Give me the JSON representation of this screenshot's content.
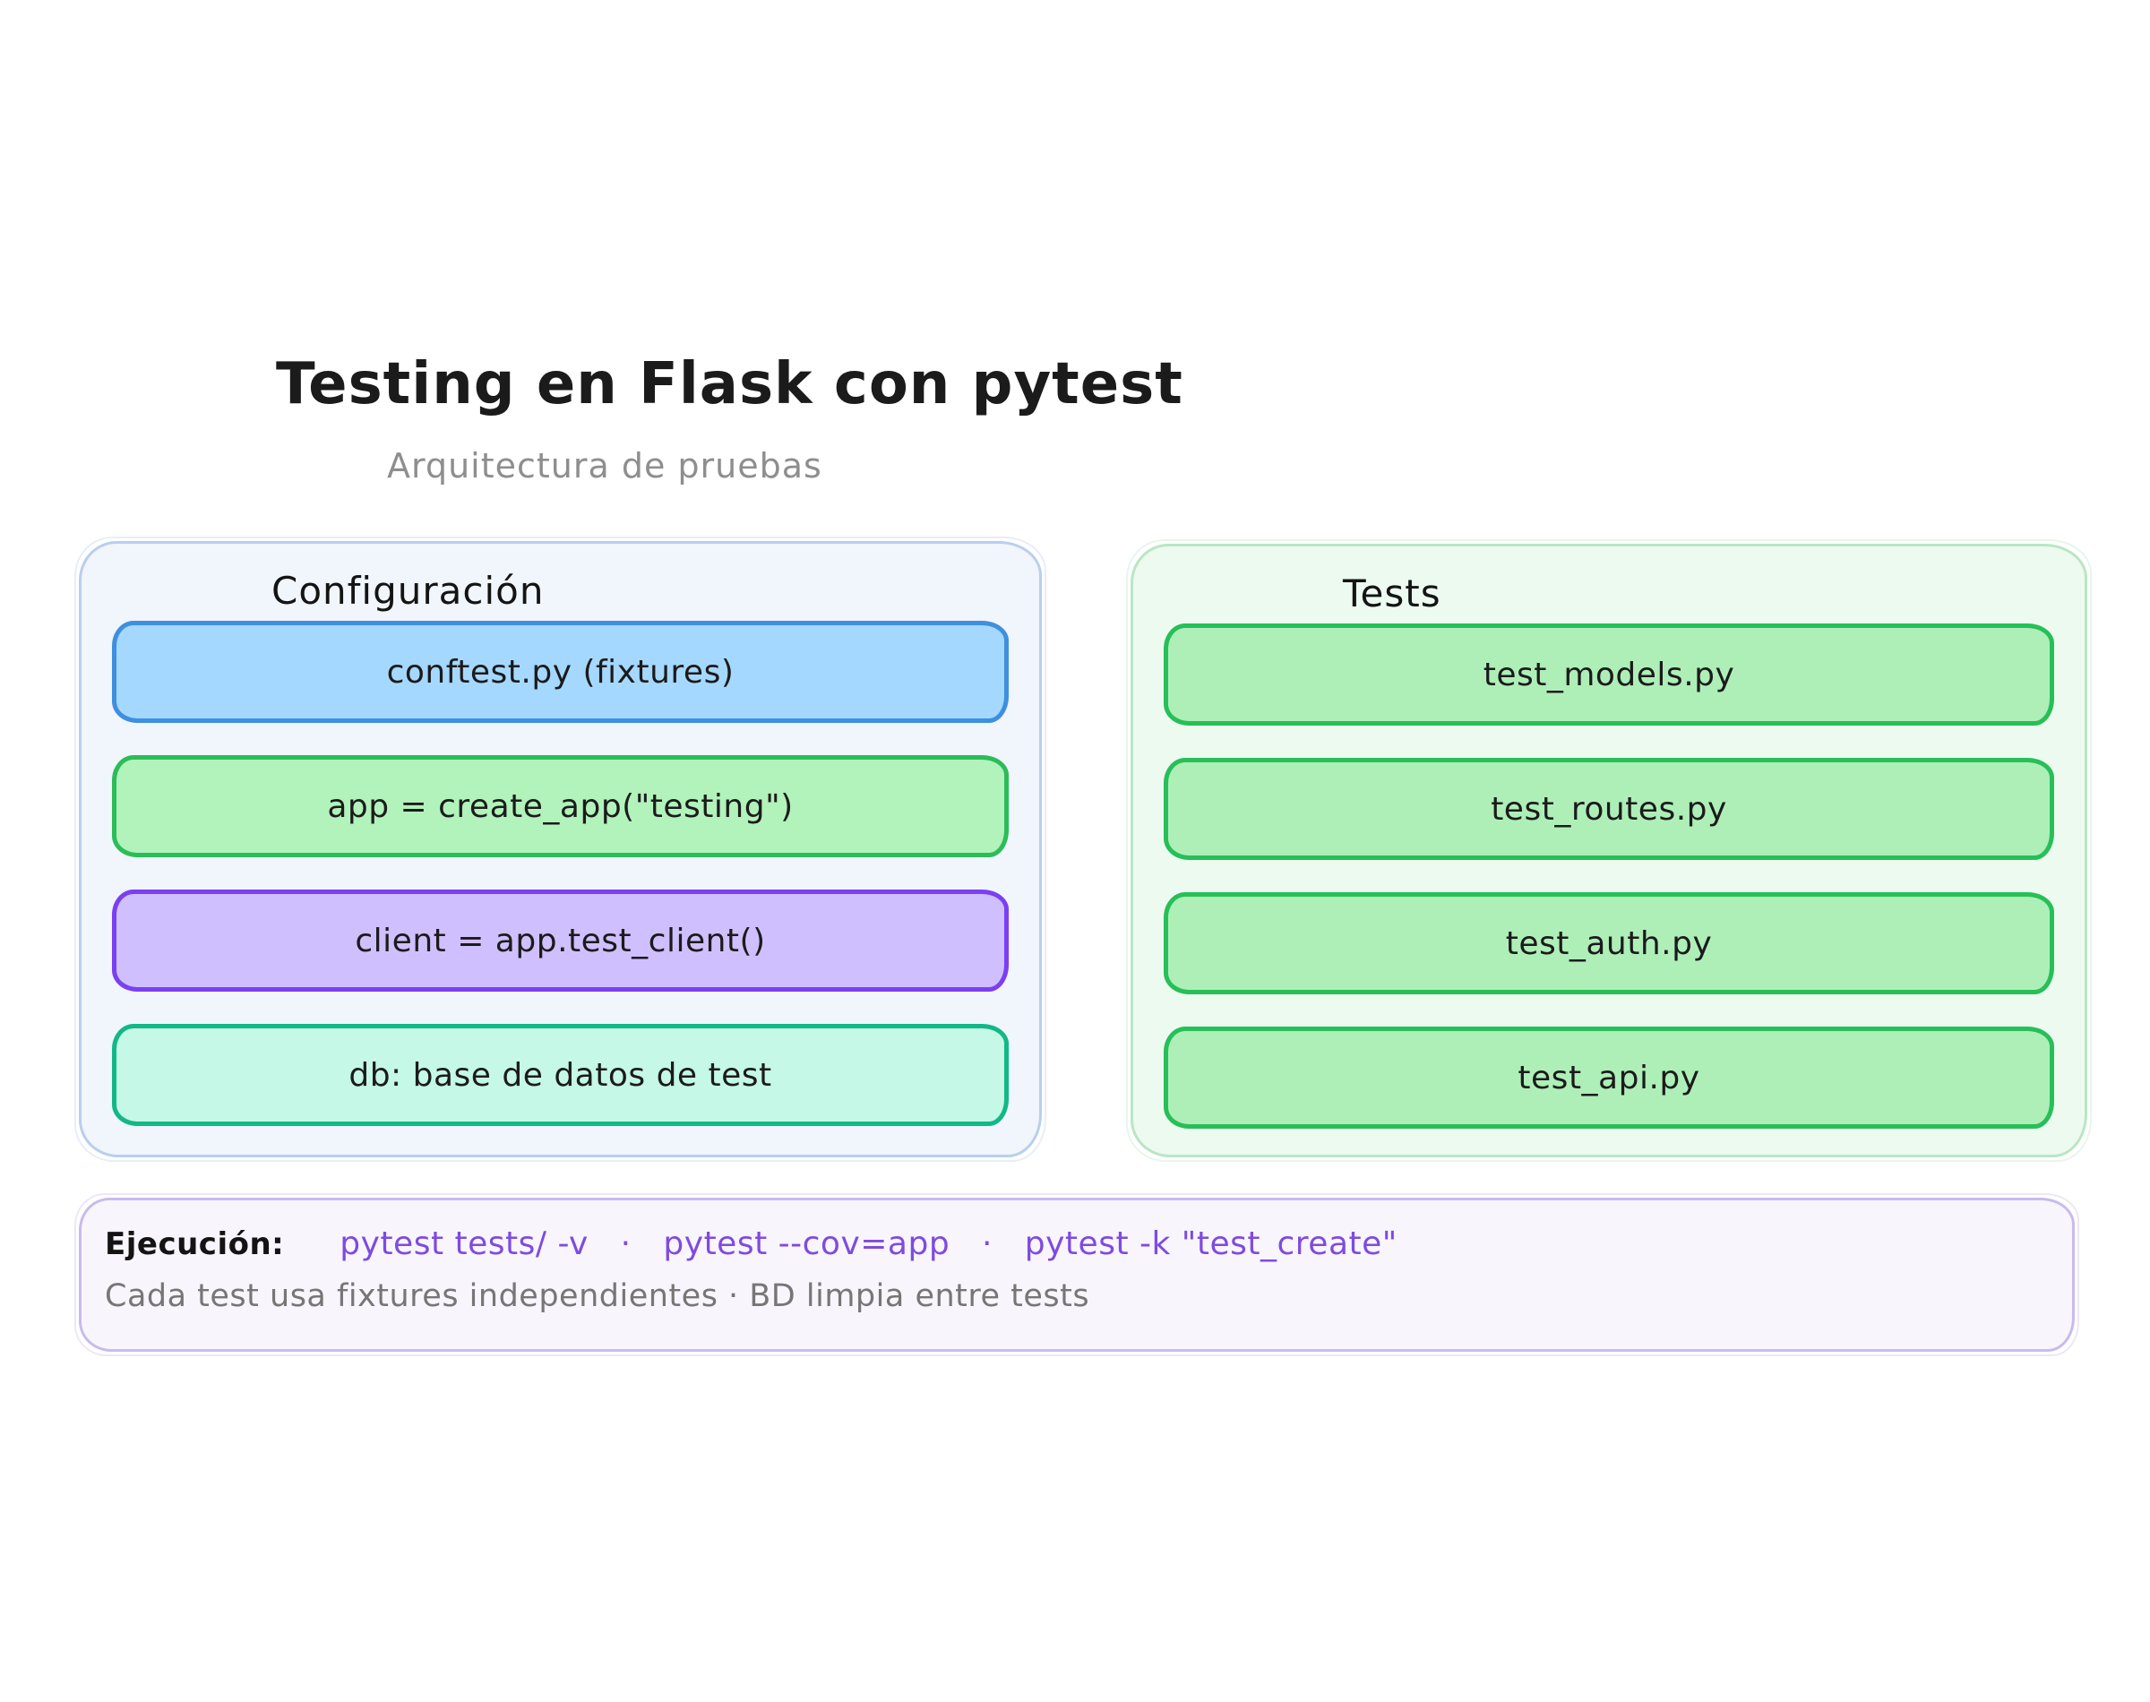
{
  "page": {
    "title": "Testing en Flask con pytest",
    "subtitle": "Arquitectura de pruebas"
  },
  "colors": {
    "title": "#1b1b1b",
    "subtitle": "#8e8e8e"
  },
  "panels": {
    "config": {
      "title": "Configuración",
      "fill": "#f1f5fc",
      "border": "#b9cfec",
      "boxes": [
        {
          "label": "conftest.py (fixtures)",
          "fill": "#a5d8ff",
          "border": "#3e8fe0"
        },
        {
          "label": "app = create_app(\"testing\")",
          "fill": "#b2f2bb",
          "border": "#2bbd58"
        },
        {
          "label": "client = app.test_client()",
          "fill": "#d0bfff",
          "border": "#7b3ff2"
        },
        {
          "label": "db: base de datos de test",
          "fill": "#c5f8e6",
          "border": "#12b886"
        }
      ]
    },
    "tests": {
      "title": "Tests",
      "fill": "#edfaf0",
      "border": "#b9e6c5",
      "boxes": [
        {
          "label": "test_models.py",
          "fill": "#aeefb8",
          "border": "#27bf58"
        },
        {
          "label": "test_routes.py",
          "fill": "#aeefb8",
          "border": "#27bf58"
        },
        {
          "label": "test_auth.py",
          "fill": "#aeefb8",
          "border": "#27bf58"
        },
        {
          "label": "test_api.py",
          "fill": "#aeefb8",
          "border": "#27bf58"
        }
      ]
    }
  },
  "footer": {
    "fill": "#f8f5fd",
    "border": "#c9bbec",
    "label": "Ejecución:",
    "label_color": "#141414",
    "commands": "pytest tests/ -v   ·   pytest --cov=app   ·   pytest -k \"test_create\"",
    "commands_color": "#7e4be0",
    "note": "Cada test usa fixtures independientes · BD limpia entre tests",
    "note_color": "#767676"
  }
}
